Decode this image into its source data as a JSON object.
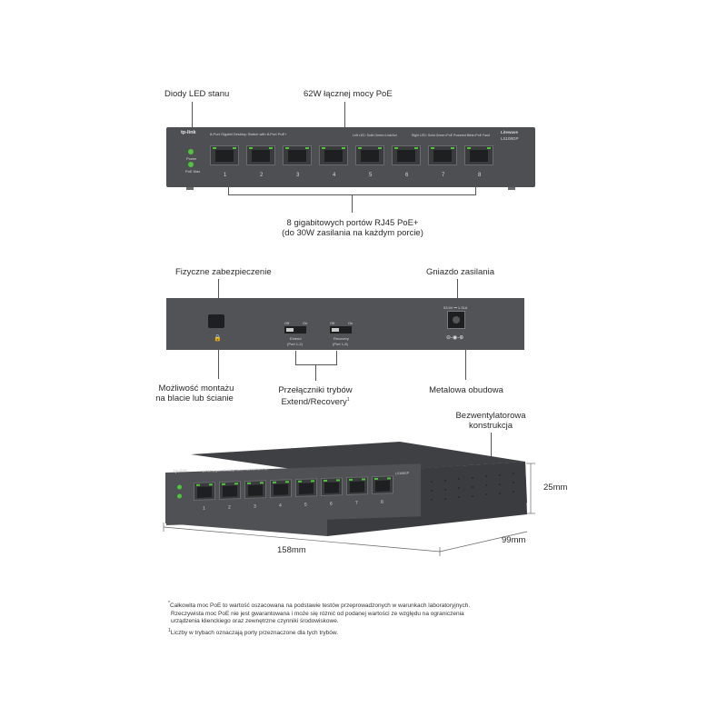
{
  "labels": {
    "status_leds": "Diody LED stanu",
    "poe_budget": "62W łącznej mocy PoE",
    "ports_line1": "8 gigabitowych portów RJ45 PoE+",
    "ports_line2": "(do 30W zasilania na każdym porcie)",
    "physical_security": "Fizyczne zabezpieczenie",
    "power_socket": "Gniazdo zasilania",
    "mount_line1": "Możliwość montażu",
    "mount_line2": "na blacie lub ścianie",
    "switches_line1": "Przełączniki trybów",
    "switches_line2": "Extend/Recovery",
    "switches_sup": "1",
    "metal_case": "Metalowa obudowa",
    "fanless_line1": "Bezwentylatorowa",
    "fanless_line2": "konstrukcja",
    "dim_height": "25mm",
    "dim_width": "158mm",
    "dim_depth": "99mm"
  },
  "device_front": {
    "brand": "tp-link",
    "title": "8-Port Gigabit Desktop Switch with 8-Port PoE+",
    "model_series": "Litewave",
    "model": "LS108GP",
    "led_power": "Power",
    "led_poe_max": "PoE Max",
    "legend_left": "Left LED: Solid Green=Link/Act",
    "legend_right": "Right LED: Solid Green=PoE Powered  Blink=PoE Fault",
    "port_numbers": [
      "1",
      "2",
      "3",
      "4",
      "5",
      "6",
      "7",
      "8"
    ]
  },
  "device_back": {
    "off1": "Off",
    "on1": "On",
    "extend": "Extend",
    "extend_ports": "(Port 1-2)",
    "off2": "Off",
    "on2": "On",
    "recovery": "Recovery",
    "recovery_ports": "(Port 1-8)",
    "power_rating": "53.5V ⎓ 1.31A"
  },
  "footnotes": {
    "n1_marker": "*",
    "n1_line1": "Całkowita moc PoE to wartość oszacowana na podstawie testów przeprowadzonych w warunkach laboratoryjnych.",
    "n1_line2": "Rzeczywista moc PoE nie jest gwarantowana i może się różnić od podanej wartości ze względu na ograniczenia",
    "n1_line3": "urządzenia klienckiego oraz zewnętrzne czynniki środowiskowe.",
    "n2_marker": "1",
    "n2_line1": "Liczby w trybach oznaczają porty przeznaczone dla tych trybów."
  },
  "colors": {
    "device_body": "#4e4f52",
    "led_green": "#4cc63a",
    "line": "#555555"
  }
}
